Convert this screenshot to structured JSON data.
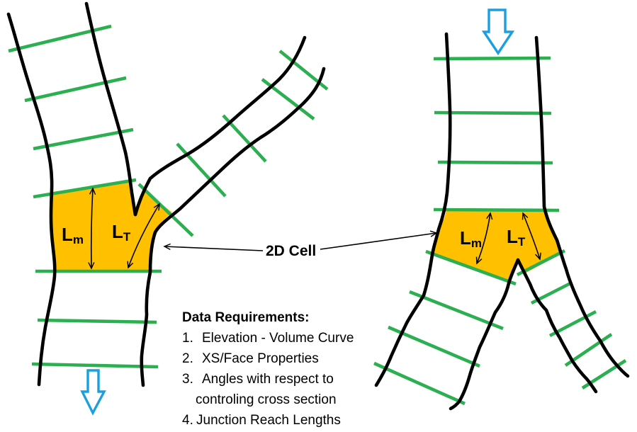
{
  "labels": {
    "cell_pointer": "2D Cell"
  },
  "left_diagram": {
    "main_length": {
      "base": "L",
      "sub": "m"
    },
    "tributary_length": {
      "base": "L",
      "sub": "T"
    }
  },
  "right_diagram": {
    "main_length": {
      "base": "L",
      "sub": "m"
    },
    "tributary_length": {
      "base": "L",
      "sub": "T"
    }
  },
  "requirements": {
    "heading": "Data Requirements:",
    "items": [
      {
        "label": "1.",
        "lines": [
          "Elevation - Volume Curve"
        ]
      },
      {
        "label": "2.",
        "lines": [
          "XS/Face Properties"
        ]
      },
      {
        "label": "3.",
        "lines": [
          "Angles with respect to",
          "controling cross section"
        ]
      },
      {
        "label": "4.",
        "lines": [
          "Junction Reach Lengths"
        ]
      }
    ]
  },
  "colors": {
    "cell_fill": "#FFC000",
    "cross_section_green": "#2CAF50",
    "flow_arrow_blue": "#1B9FDE",
    "channel_bank": "#000000"
  }
}
